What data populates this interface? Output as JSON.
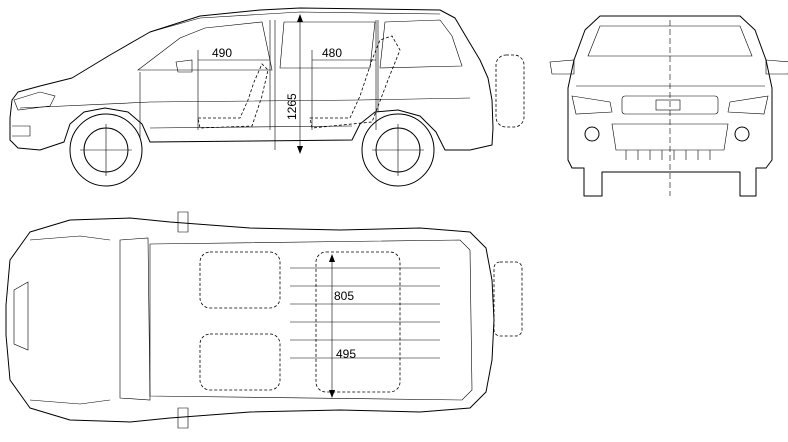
{
  "dimensions": {
    "front_legroom": "490",
    "rear_legroom": "480",
    "interior_height": "1265",
    "cargo_length_upper": "805",
    "cargo_length_lower": "495"
  }
}
